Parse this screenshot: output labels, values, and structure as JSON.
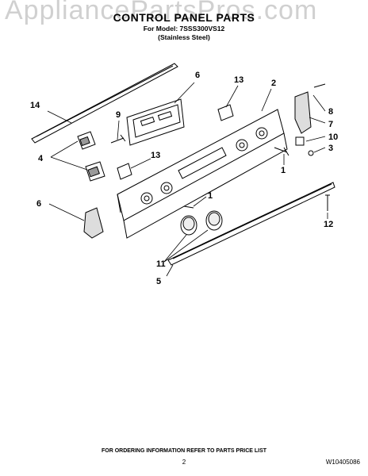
{
  "watermark": "AppliancePartsPros.com",
  "title": "CONTROL PANEL PARTS",
  "model_line": "For Model: 7SSS300VS12",
  "finish": "(Stainless Steel)",
  "callouts": [
    "1",
    "1",
    "2",
    "3",
    "4",
    "5",
    "6",
    "6",
    "7",
    "8",
    "9",
    "10",
    "11",
    "12",
    "13",
    "13",
    "14"
  ],
  "footer_note": "FOR ORDERING INFORMATION REFER TO PARTS PRICE LIST",
  "page_number": "2",
  "doc_number": "W10405086"
}
